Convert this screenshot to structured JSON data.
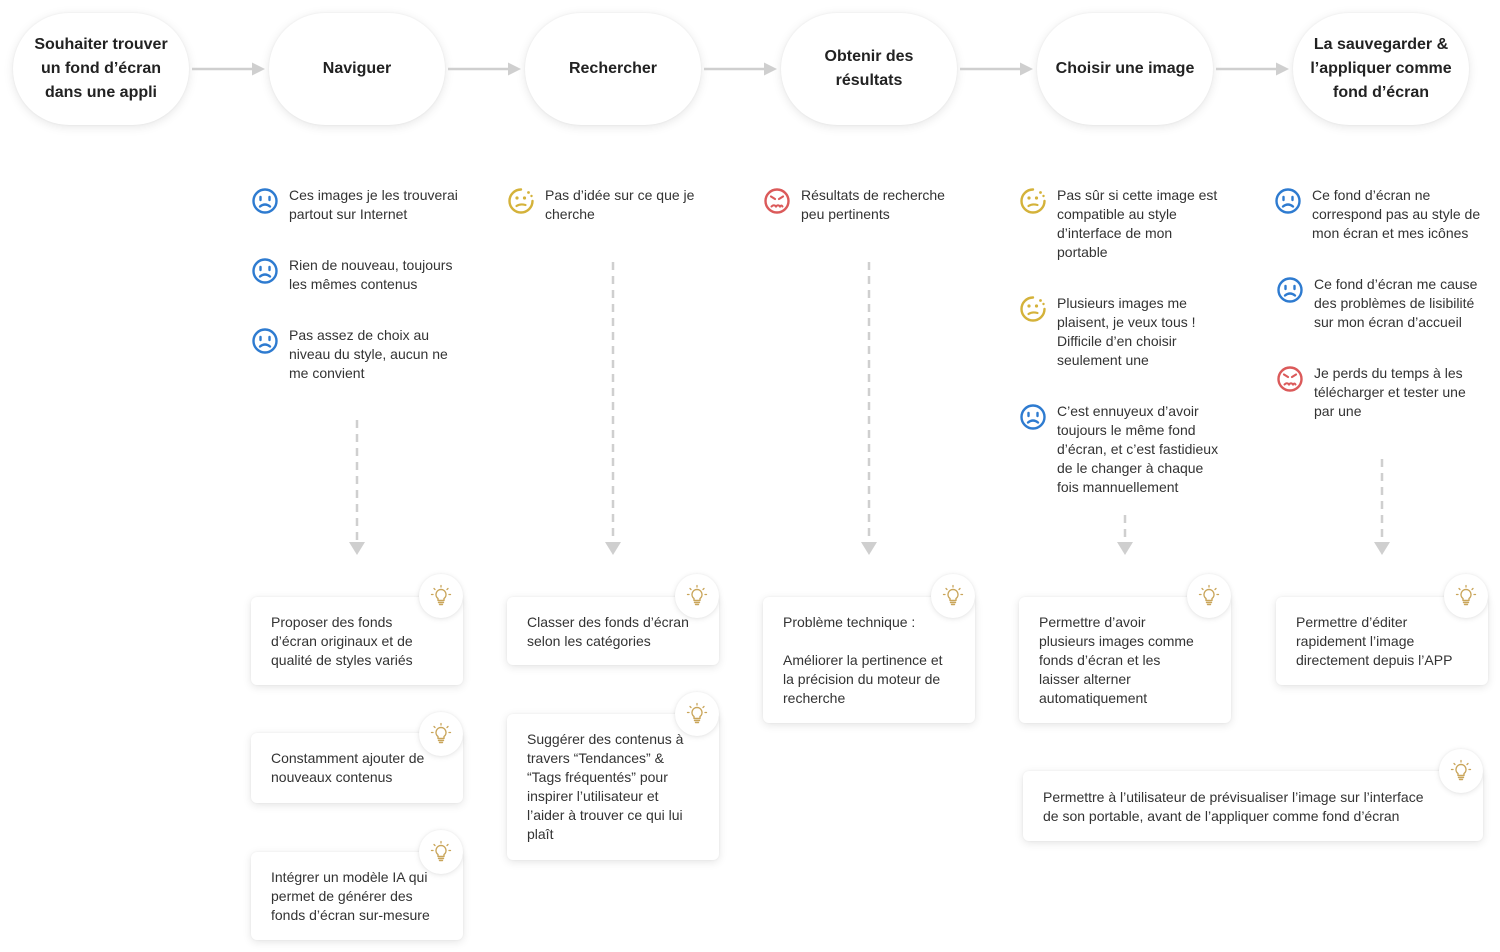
{
  "colors": {
    "frustrated": "#2e7bd0",
    "confused": "#d4b23a",
    "angry": "#db5a5a",
    "idea": "#c9a55a",
    "connector": "#cfcfcf"
  },
  "steps": [
    {
      "label": "Souhaiter trouver\nun fond d’écran\ndans une appli"
    },
    {
      "label": "Naviguer"
    },
    {
      "label": "Rechercher"
    },
    {
      "label": "Obtenir des\nrésultats"
    },
    {
      "label": "Choisir une image"
    },
    {
      "label": "La sauvegarder &\nl’appliquer comme\nfond d’écran"
    }
  ],
  "pain_points": {
    "naviguer": [
      {
        "icon": "frustrated-face-icon",
        "text": "Ces images je les trouverai\npartout sur Internet"
      },
      {
        "icon": "frustrated-face-icon",
        "text": "Rien de nouveau, toujours\nles mêmes contenus"
      },
      {
        "icon": "frustrated-face-icon",
        "text": "Pas assez de choix au\nniveau du style, aucun ne\nme convient"
      }
    ],
    "rechercher": [
      {
        "icon": "confused-face-icon",
        "text": "Pas d’idée sur ce que je\ncherche"
      }
    ],
    "resultats": [
      {
        "icon": "angry-face-icon",
        "text": "Résultats de recherche\npeu pertinents"
      }
    ],
    "choisir": [
      {
        "icon": "confused-face-icon",
        "text": "Pas sûr si cette image est\ncompatible au style\nd’interface de mon\nportable"
      },
      {
        "icon": "confused-face-icon",
        "text": "Plusieurs images me\nplaisent, je veux tous !\nDifficile d’en choisir\nseulement une"
      },
      {
        "icon": "frustrated-face-icon",
        "text": "C’est ennuyeux d’avoir\ntoujours le même fond\nd’écran, et c’est fastidieux\nde le changer à chaque\nfois mannuellement"
      }
    ],
    "sauvegarder": [
      {
        "icon": "frustrated-face-icon",
        "text": "Ce fond d’écran ne\ncorrespond pas au style de\nmon écran et mes icônes"
      },
      {
        "icon": "frustrated-face-icon",
        "text": "Ce fond d’écran me cause\ndes problèmes de lisibilité\nsur mon écran d’accueil"
      },
      {
        "icon": "angry-face-icon",
        "text": "Je perds du temps à les\ntélécharger et tester une\npar une"
      }
    ]
  },
  "ideas": {
    "naviguer": [
      {
        "icon": "lightbulb-icon",
        "text": "Proposer des fonds\nd’écran originaux et de\nqualité de styles variés"
      },
      {
        "icon": "lightbulb-icon",
        "text": "Constamment ajouter de\nnouveaux contenus"
      },
      {
        "icon": "lightbulb-icon",
        "text": "Intégrer un modèle IA qui\npermet de générer des\nfonds d’écran sur-mesure"
      }
    ],
    "rechercher": [
      {
        "icon": "lightbulb-icon",
        "text": "Classer des fonds d’écran\nselon les catégories"
      },
      {
        "icon": "lightbulb-icon",
        "text": "Suggérer des contenus à\ntravers “Tendances” &\n“Tags fréquentés” pour\ninspirer l’utilisateur et\nl’aider à trouver ce qui lui\nplaît"
      }
    ],
    "resultats": [
      {
        "icon": "lightbulb-icon",
        "text": "Problème technique :\n\nAméliorer la pertinence et\nla précision du moteur de\nrecherche"
      }
    ],
    "choisir": [
      {
        "icon": "lightbulb-icon",
        "text": "Permettre d’avoir\nplusieurs images comme\nfonds d’écran  et les\nlaisser alterner\nautomatiquement"
      }
    ],
    "sauvegarder": [
      {
        "icon": "lightbulb-icon",
        "text": "Permettre d’éditer\nrapidement l’image\ndirectement depuis l’APP"
      }
    ],
    "shared": [
      {
        "icon": "lightbulb-icon",
        "text": "Permettre à l’utilisateur de prévisualiser l’image sur l’interface\nde son portable, avant de l’appliquer comme fond d’écran"
      }
    ]
  }
}
